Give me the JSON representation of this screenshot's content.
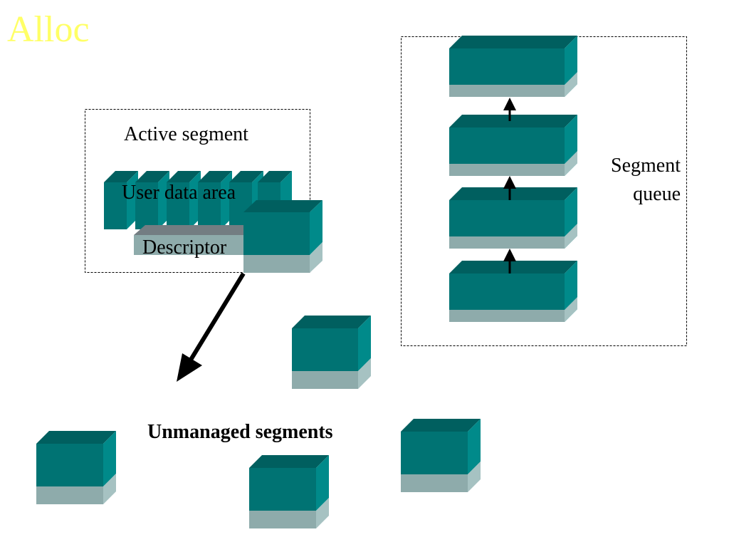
{
  "slide": {
    "title": "Alloc"
  },
  "labels": {
    "active_segment": "Active segment",
    "user_data_area": "User data area",
    "descriptor": "Descriptor",
    "segment_queue_line1": "Segment",
    "segment_queue_line2": "queue",
    "unmanaged_segments": "Unmanaged segments"
  },
  "colors": {
    "title": "#ffff66",
    "segment_front": "#007373",
    "segment_top": "#005f5f",
    "segment_side": "#008a8a",
    "descriptor_front": "#8eabab",
    "descriptor_side": "#a6c2c2",
    "descriptor_top_gray": "#737d82",
    "arrow": "#000000"
  }
}
